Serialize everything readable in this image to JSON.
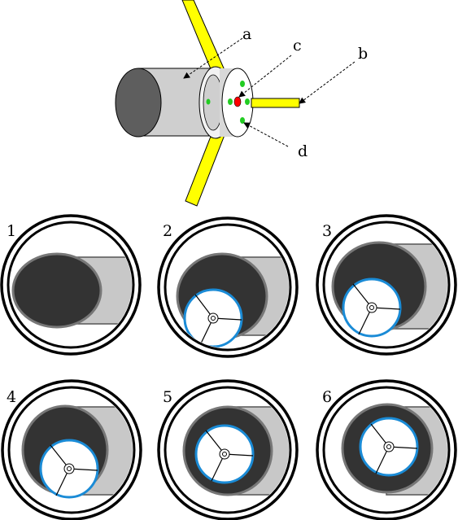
{
  "labels": {
    "a": "a",
    "b": "b",
    "c": "c",
    "d": "d"
  },
  "panels": [
    {
      "number": "1",
      "stage": "none"
    },
    {
      "number": "2",
      "stage": "low-left"
    },
    {
      "number": "3",
      "stage": "mid-left"
    },
    {
      "number": "4",
      "stage": "low-left"
    },
    {
      "number": "5",
      "stage": "center"
    },
    {
      "number": "6",
      "stage": "center"
    }
  ],
  "colors": {
    "cylinder": "#c8c8c8",
    "bore": "#3a3a3a",
    "insert_ring": "#1a8bd6",
    "arm": "#ffff00",
    "led_green": "#22cc22",
    "led_red": "#ff0000"
  }
}
